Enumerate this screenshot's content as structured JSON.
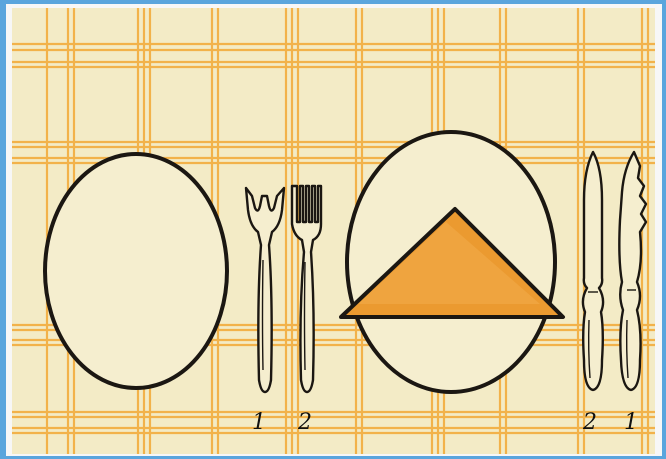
{
  "colors": {
    "paper": "#f3ebc6",
    "plaid": "#f2b24a",
    "napkin": "#eb9a30",
    "ink": "#1b1712",
    "frame_blue": "#5aa5dd"
  },
  "icons": [
    "round-plate-icon",
    "plate-with-folded-napkin-icon",
    "fish-fork-icon",
    "dinner-fork-icon",
    "dinner-knife-icon",
    "fish-knife-icon"
  ],
  "labels": {
    "fish_fork": "1",
    "dinner_fork": "2",
    "dinner_knife": "2",
    "fish_knife": "1"
  }
}
